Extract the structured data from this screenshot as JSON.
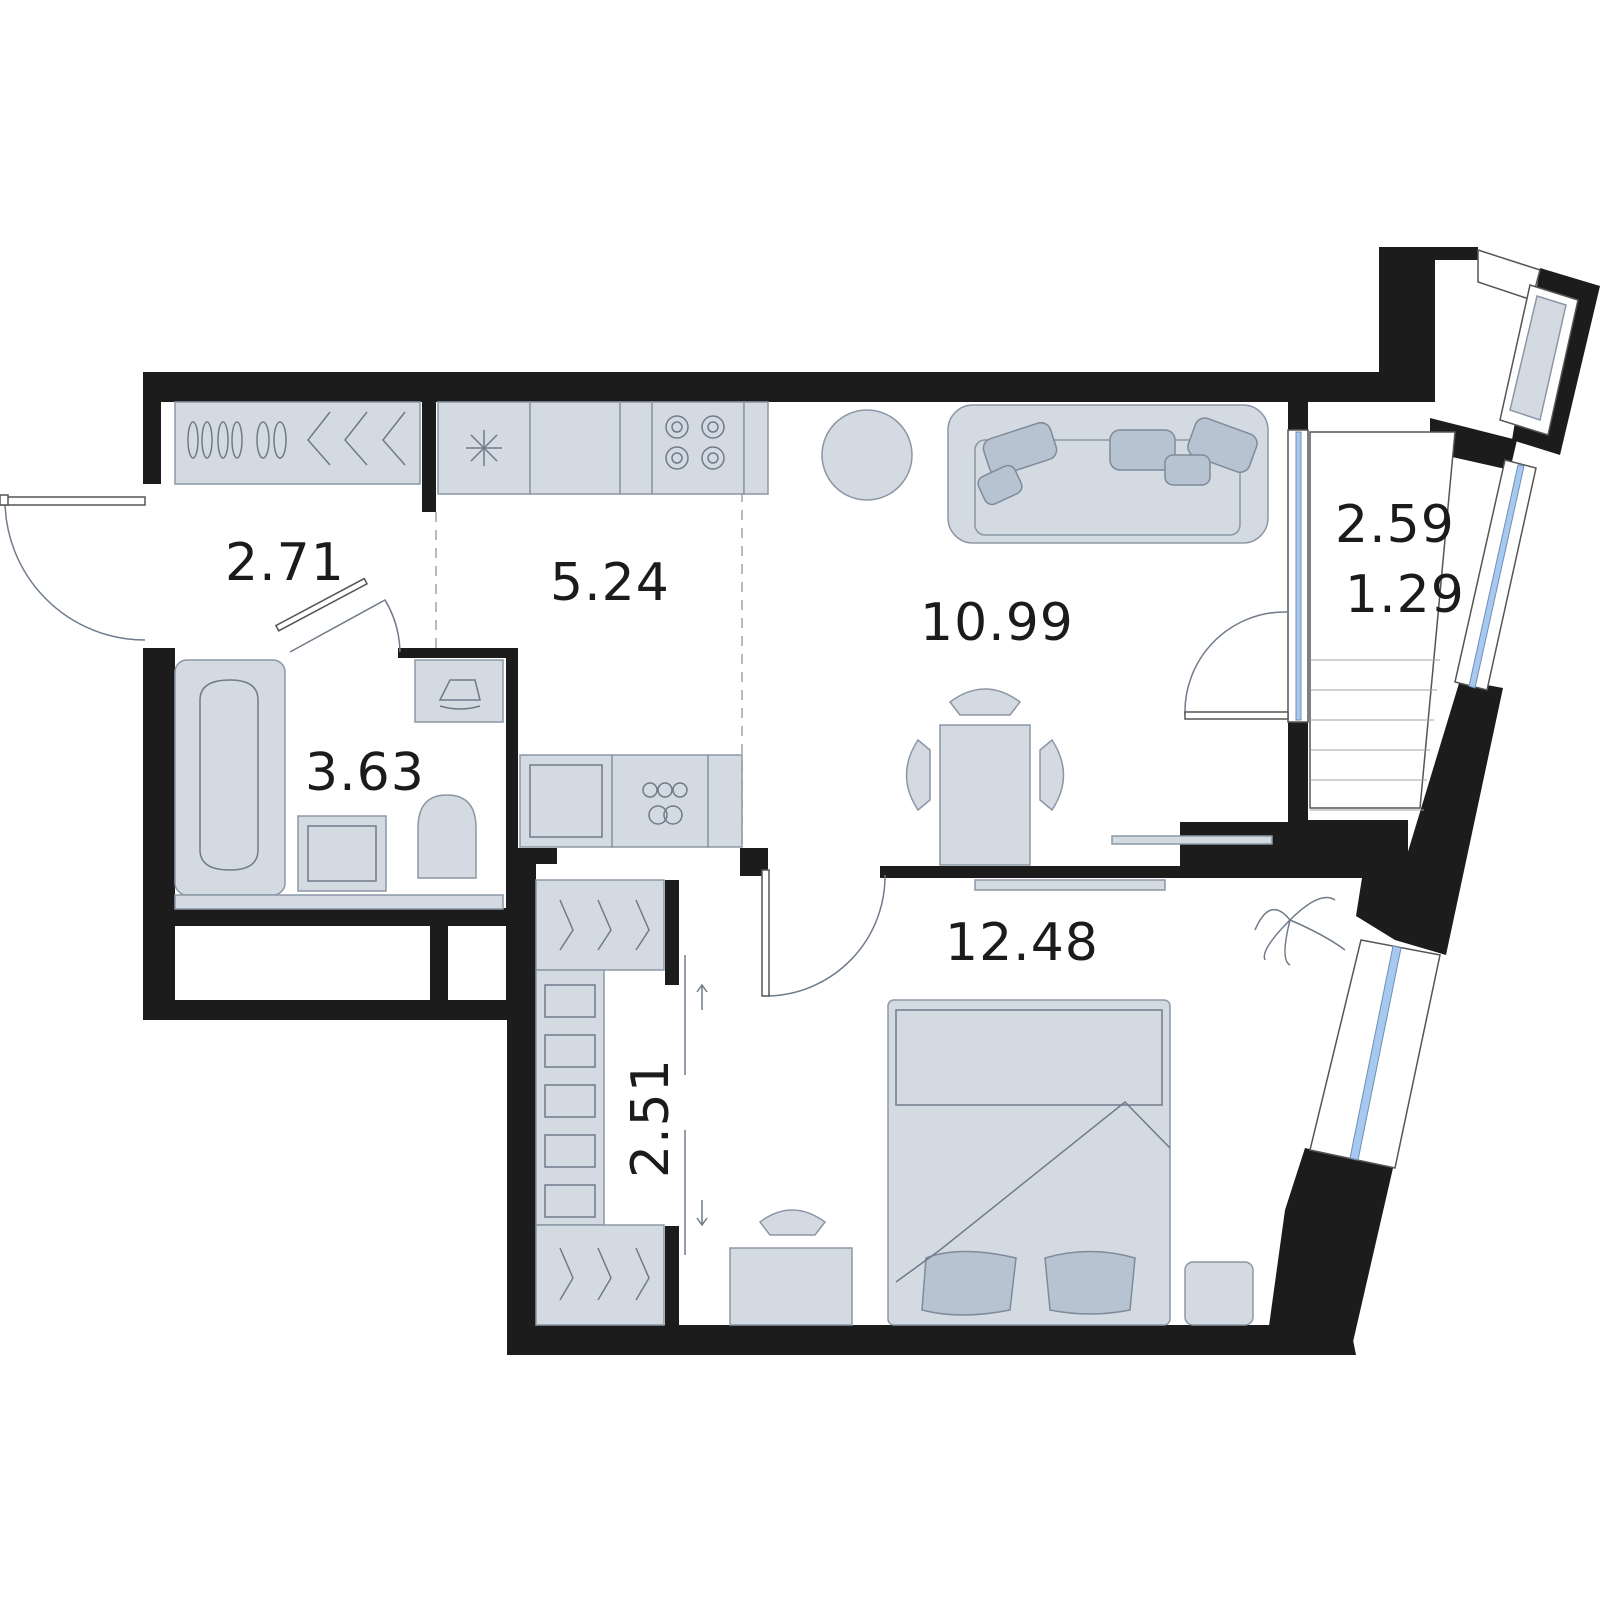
{
  "rooms": {
    "hallway": {
      "area": "2.71"
    },
    "kitchen": {
      "area": "5.24"
    },
    "living": {
      "area": "10.99"
    },
    "bathroom": {
      "area": "3.63"
    },
    "bedroom": {
      "area": "12.48"
    },
    "closet": {
      "area": "2.51"
    },
    "balcony": {
      "area_full": "2.59",
      "area_reduced": "1.29"
    }
  },
  "colors": {
    "wall": "#1c1c1c",
    "furniture": "#d3dae2",
    "furniture_accent": "#b7c3d0",
    "glass": "#a8c9ef",
    "background": "#ffffff"
  },
  "icons": [
    "snowflake-icon",
    "stove-icon",
    "hanger-icon",
    "shoe-icon",
    "plant-icon",
    "iron-icon"
  ]
}
